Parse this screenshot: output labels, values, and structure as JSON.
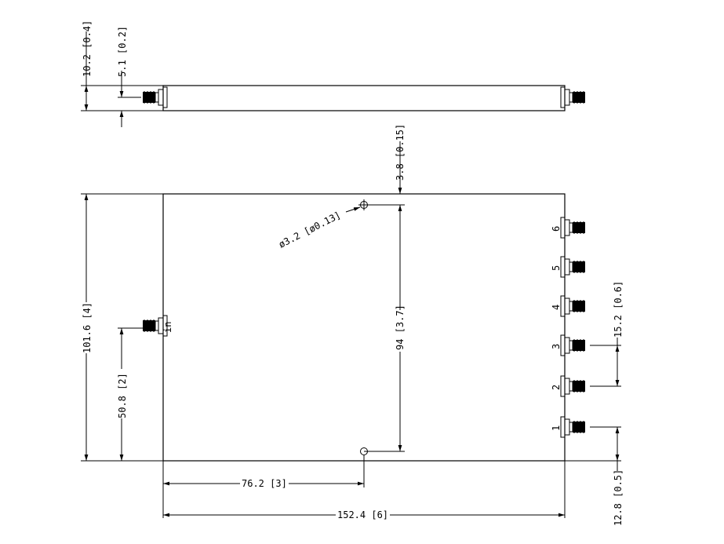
{
  "dimensions": {
    "side_total_height": "10.2 [0.4]",
    "side_connector_offset": "5.1 [0.2]",
    "hole_offset_top": "3.8 [0.15]",
    "hole_diameter": "ø3.2 [ø0.13]",
    "body_height": "101.6 [4]",
    "hole_spacing": "94 [3.7]",
    "input_offset": "50.8 [2]",
    "hole_offset_left": "76.2 [3]",
    "body_width": "152.4 [6]",
    "port_pitch": "15.2 [0.6]",
    "port1_offset": "12.8 [0.5]"
  },
  "labels": {
    "input_port": "in",
    "port_1": "1",
    "port_2": "2",
    "port_3": "3",
    "port_4": "4",
    "port_5": "5",
    "port_6": "6"
  },
  "icons": [
    "sma-connector-icon",
    "mounting-hole-icon",
    "dimension-arrow-icon"
  ],
  "colors": {
    "line": "#000000",
    "background": "#ffffff"
  }
}
